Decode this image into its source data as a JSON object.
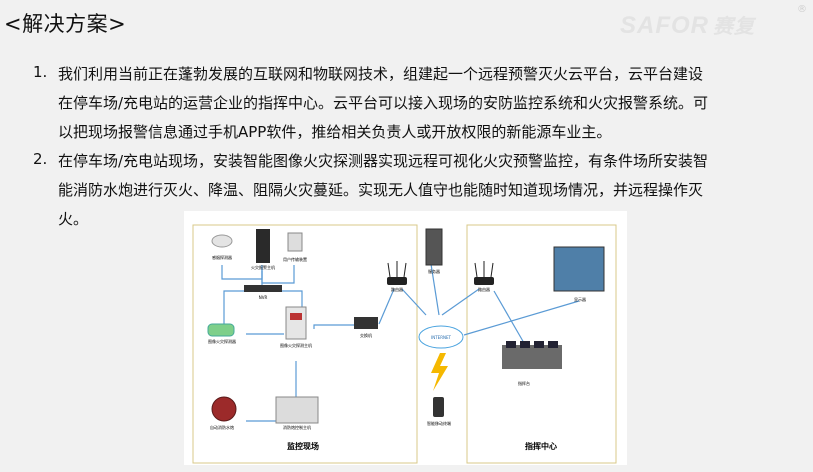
{
  "header": {
    "title": "<解决方案>",
    "logo_text": "SAFOR",
    "logo_cn": "赛复",
    "logo_mark": "®"
  },
  "items": [
    {
      "number": "1.",
      "lines": [
        "我们利用当前正在蓬勃发展的互联网和物联网技术，组建起一个远程预警灭火云平台，云平台建设",
        "在停车场/充电站的运营企业的指挥中心。云平台可以接入现场的安防监控系统和火灾报警系统。可",
        "以把现场报警信息通过手机APP软件，推给相关负责人或开放权限的新能源车业主。"
      ]
    },
    {
      "number": "2.",
      "lines": [
        "在停车场/充电站现场，安装智能图像火灾探测器实现远程可视化火灾预警监控，有条件场所安装智",
        "能消防水炮进行灭火、降温、阻隔火灾蔓延。实现无人值守也能随时知道现场情况，并远程操作灭",
        "火。"
      ]
    }
  ],
  "diagram": {
    "left_panel_label": "监控现场",
    "right_panel_label": "指挥中心",
    "nodes": {
      "smoke": "感烟探测器",
      "alarm_host": "火灾报警主机",
      "user_device": "用户传输装置",
      "nvr": "NVR",
      "image_detector": "图像火灾探测器",
      "image_host": "图像火灾探测主机",
      "switch": "交换机",
      "router_left": "路由器",
      "server": "服务器",
      "router_right": "路由器",
      "display": "显示器",
      "internet": "INTERNET",
      "console": "指挥台",
      "water_cannon": "自动消防水炮",
      "cannon_ctrl": "消防炮控制主机",
      "phone": "智能移动终端"
    }
  }
}
